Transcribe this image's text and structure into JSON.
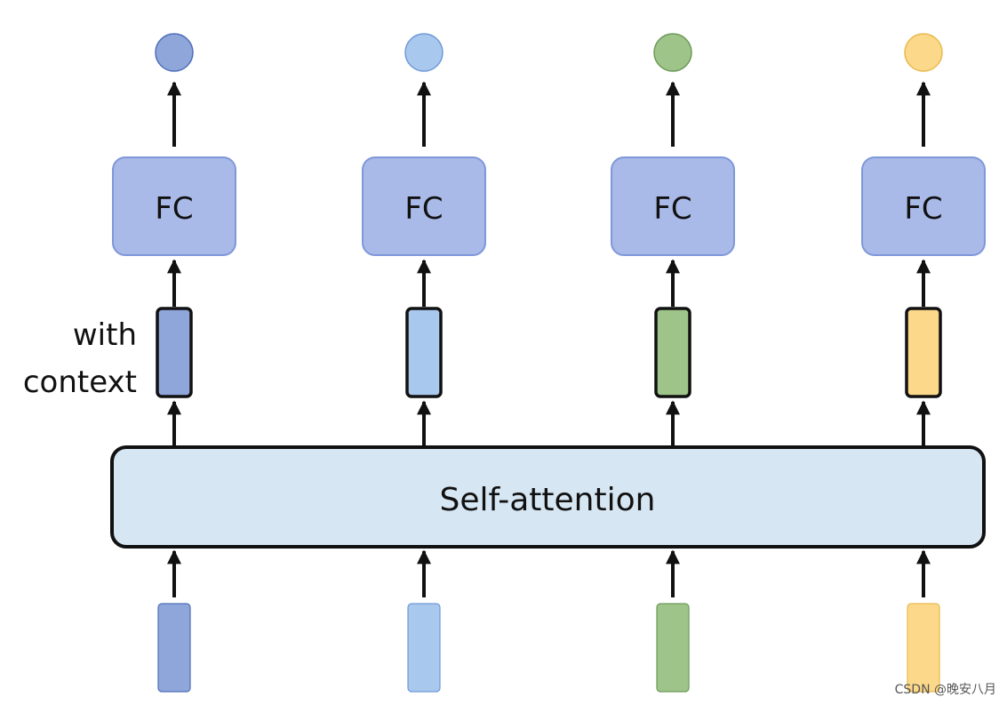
{
  "side_label_line1": "with",
  "side_label_line2": "context",
  "self_attention_label": "Self-attention",
  "columns": [
    {
      "fc_label": "FC",
      "color": "#8fa6db",
      "dark": "#4f6fb8"
    },
    {
      "fc_label": "FC",
      "color": "#a9c8ee",
      "dark": "#6f9ad6"
    },
    {
      "fc_label": "FC",
      "color": "#9fc48a",
      "dark": "#6c9a58"
    },
    {
      "fc_label": "FC",
      "color": "#fcd98a",
      "dark": "#e9b94c"
    }
  ],
  "fc_color": "#a9b9e8",
  "fc_border": "#7f98d9",
  "attention_color": "#d6e6f3",
  "watermark": "CSDN @晚安八月"
}
